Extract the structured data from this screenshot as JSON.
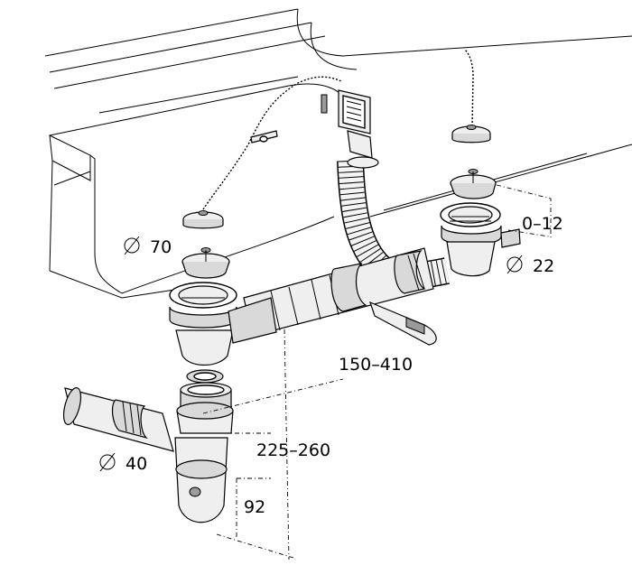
{
  "labels": {
    "dia_70": "70",
    "dia_40": "40",
    "dia_22": "22",
    "range_0_12": "0–12",
    "range_150_410": "150–410",
    "range_225_260": "225–260",
    "dim_92": "92"
  },
  "colors": {
    "line": "#000000",
    "fill_light": "#efefef",
    "fill_mid": "#d9d9d9",
    "fill_dark": "#9a9a9a"
  }
}
